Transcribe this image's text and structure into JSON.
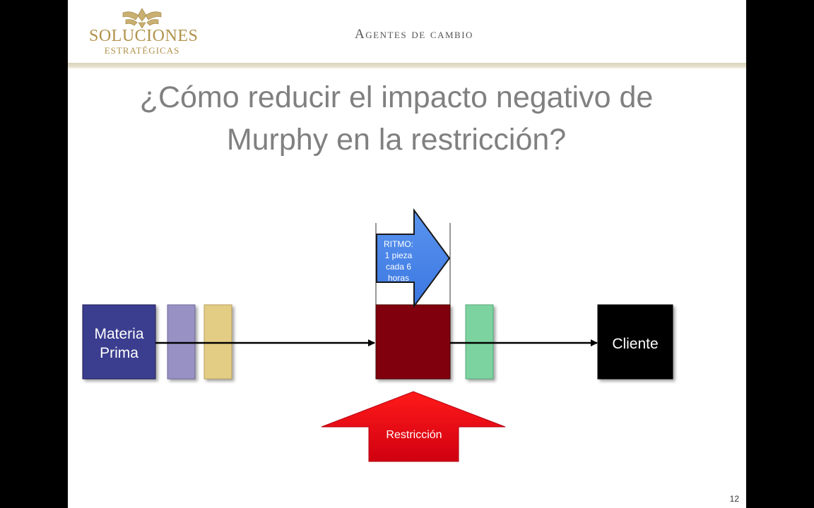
{
  "header": {
    "logo_top": "SOLUCIONES",
    "logo_bottom": "ESTRATÉGICAS",
    "section_title": "Agentes de cambio"
  },
  "slide": {
    "title_line1": "¿Cómo reducir el impacto negativo de",
    "title_line2": "Murphy en la restricción?",
    "page_number": "12"
  },
  "diagram": {
    "raw_material_label_line1": "Materia",
    "raw_material_label_line2": "Prima",
    "client_label": "Cliente",
    "rhythm_lines": [
      "RITMO:",
      "1 pieza",
      "cada 6",
      "horas"
    ],
    "constraint_label": "Restricción"
  },
  "colors": {
    "raw_material": "#3a3d8f",
    "buffer_purple": "#9891c3",
    "buffer_yellow": "#e3cc84",
    "constraint": "#800008",
    "buffer_green": "#7dd3a0",
    "client": "#000000",
    "rhythm_arrow": "#4a86e8",
    "constraint_arrow": "#e30613",
    "title_text": "#808080",
    "logo_gold": "#b0924a"
  }
}
